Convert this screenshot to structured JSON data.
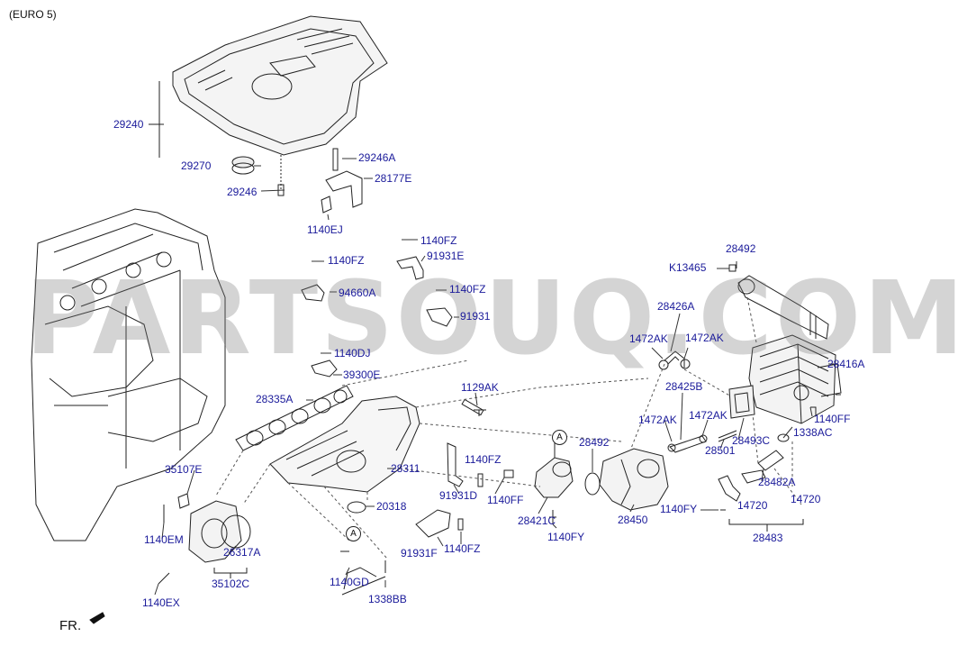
{
  "variant": "(EURO 5)",
  "watermark": "PARTSOUQ.COM",
  "front_marker": "FR.",
  "callout": "A",
  "parts": {
    "p29240": "29240",
    "p29270": "29270",
    "p29246": "29246",
    "p29246A": "29246A",
    "p28177E": "28177E",
    "p1140EJ": "1140EJ",
    "p1140FZ_a": "1140FZ",
    "p91931E": "91931E",
    "p1140FZ_b": "1140FZ",
    "p94660A": "94660A",
    "p1140FZ_c": "1140FZ",
    "p91931": "91931",
    "p1140DJ": "1140DJ",
    "p39300E": "39300E",
    "p28335A": "28335A",
    "p1129AK": "1129AK",
    "p28311": "28311",
    "p35107E": "35107E",
    "p20318": "20318",
    "p1140EM": "1140EM",
    "p26317A": "26317A",
    "p35102C": "35102C",
    "p1140EX": "1140EX",
    "p1140GD": "1140GD",
    "p1338BB": "1338BB",
    "p1140FZ_d": "1140FZ",
    "p91931D": "91931D",
    "p1140FF_a": "1140FF",
    "p91931F": "91931F",
    "p1140FZ_e": "1140FZ",
    "p28421C": "28421C",
    "p1140FY_a": "1140FY",
    "p28492_a": "28492",
    "p28450": "28450",
    "p28492_b": "28492",
    "pK13465": "K13465",
    "p28426A": "28426A",
    "p1472AK_a": "1472AK",
    "p1472AK_b": "1472AK",
    "p28416A": "28416A",
    "p28425B": "28425B",
    "p1472AK_c": "1472AK",
    "p1472AK_d": "1472AK",
    "p28501": "28501",
    "p28493C": "28493C",
    "p1140FF_b": "1140FF",
    "p1338AC": "1338AC",
    "p28482A": "28482A",
    "p1140FY_b": "1140FY",
    "p14720_a": "14720",
    "p14720_b": "14720",
    "p28483": "28483"
  }
}
